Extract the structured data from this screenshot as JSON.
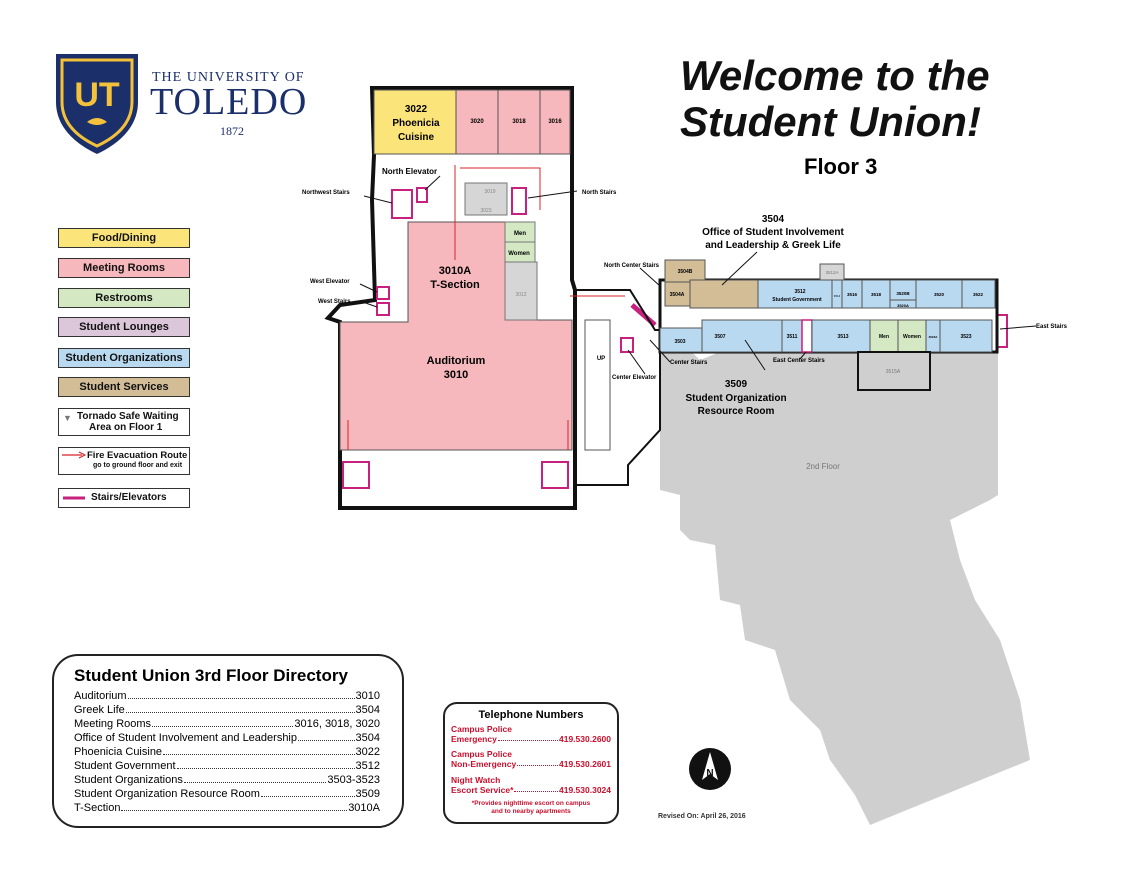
{
  "header": {
    "logo_text": "UT",
    "university_line1": "THE UNIVERSITY OF",
    "university_line2": "TOLEDO",
    "founded": "1872",
    "title_line1": "Welcome to the",
    "title_line2": "Student Union!",
    "floor": "Floor 3"
  },
  "legend": [
    {
      "label": "Food/Dining",
      "color": "#fbe479"
    },
    {
      "label": "Meeting Rooms",
      "color": "#f6b8bc"
    },
    {
      "label": "Restrooms",
      "color": "#d5e8c4"
    },
    {
      "label": "Student Lounges",
      "color": "#dcc6da"
    },
    {
      "label": "Student Organizations",
      "color": "#b9d9f0"
    },
    {
      "label": "Student Services",
      "color": "#d2bd97"
    }
  ],
  "legend_extra": {
    "tornado_line1": "Tornado Safe Waiting",
    "tornado_line2": "Area on Floor 1",
    "fire_line1": "Fire Evacuation Route",
    "fire_line2": "go to ground floor and exit",
    "stairs": "Stairs/Elevators"
  },
  "map": {
    "room_3022": "3022",
    "room_3022_name1": "Phoenicia",
    "room_3022_name2": "Cuisine",
    "room_3020": "3020",
    "room_3018": "3018",
    "room_3016": "3016",
    "north_elevator": "North Elevator",
    "northwest_stairs": "Northwest Stairs",
    "north_stairs": "North Stairs",
    "room_3010a": "3010A",
    "room_3010a_name": "T-Section",
    "room_3010_name": "Auditorium",
    "room_3010": "3010",
    "west_elevator": "West Elevator",
    "west_stairs": "West Stairs",
    "men": "Men",
    "women": "Women",
    "room_3012": "3012",
    "room_3019": "3019",
    "room_3023": "3023",
    "north_center_stairs": "North Center Stairs",
    "room_3504b": "3504B",
    "room_3504a": "3504A",
    "room_3512": "3512",
    "student_government": "Student Government",
    "room_3512a": "3512A",
    "room_3514": "3514",
    "room_3516": "3516",
    "room_3518": "3518",
    "room_3520b": "3520B",
    "room_3520": "3520",
    "room_3522": "3522",
    "room_3520a": "3520A",
    "room_3503": "3503",
    "room_3507": "3507",
    "room_3511": "3511",
    "room_3513": "3513",
    "room_3523": "3523",
    "room_3523a": "3523A",
    "room_3515a": "3515A",
    "east_stairs": "East Stairs",
    "center_stairs": "Center Stairs",
    "east_center_stairs": "East Center Stairs",
    "center_elevator": "Center Elevator",
    "up": "UP",
    "second_floor": "2nd Floor",
    "label_3504": "3504",
    "label_3504_name1": "Office of Student Involvement",
    "label_3504_name2": "and Leadership & Greek Life",
    "label_3509": "3509",
    "label_3509_name1": "Student Organization",
    "label_3509_name2": "Resource Room",
    "north_symbol": "N"
  },
  "directory": {
    "title": "Student Union 3rd Floor Directory",
    "rows": [
      {
        "name": "Auditorium",
        "room": "3010"
      },
      {
        "name": "Greek Life",
        "room": "3504"
      },
      {
        "name": "Meeting Rooms",
        "room": "3016, 3018, 3020"
      },
      {
        "name": "Office of Student Involvement and Leadership",
        "room": "3504"
      },
      {
        "name": "Phoenicia  Cuisine",
        "room": "3022"
      },
      {
        "name": "Student Government",
        "room": "3512"
      },
      {
        "name": "Student  Organizations",
        "room": "3503-3523"
      },
      {
        "name": "Student Organization Resource Room",
        "room": "3509"
      },
      {
        "name": "T-Section",
        "room": "3010A"
      }
    ]
  },
  "phones": {
    "title": "Telephone Numbers",
    "entries": [
      {
        "line1": "Campus Police",
        "line2": "Emergency",
        "number": "419.530.2600"
      },
      {
        "line1": "Campus Police",
        "line2": "Non-Emergency",
        "number": "419.530.2601"
      },
      {
        "line1": "Night Watch",
        "line2": "Escort  Service*",
        "number": "419.530.3024"
      }
    ],
    "note_line1": "*Provides nighttime escort on campus",
    "note_line2": "and to nearby apartments"
  },
  "revised": "Revised On: April 26, 2016"
}
